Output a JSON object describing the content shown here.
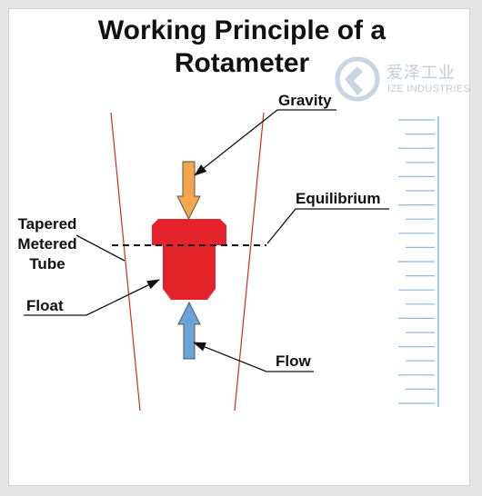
{
  "title_line1": "Working Principle of a",
  "title_line2": "Rotameter",
  "watermark": {
    "cn": "爱泽工业",
    "en": "IZE INDUSTRIES"
  },
  "labels": {
    "gravity": "Gravity",
    "equilibrium": "Equilibrium",
    "tapered_line1": "Tapered",
    "tapered_line2": "Metered",
    "tapered_line3": "Tube",
    "float": "Float",
    "flow": "Flow"
  },
  "colors": {
    "tube": "#d42a2a",
    "float": "#e3242b",
    "gravity_arrow": "#f5a64d",
    "flow_arrow": "#6aa3d8",
    "scale": "#8fb8dc"
  }
}
